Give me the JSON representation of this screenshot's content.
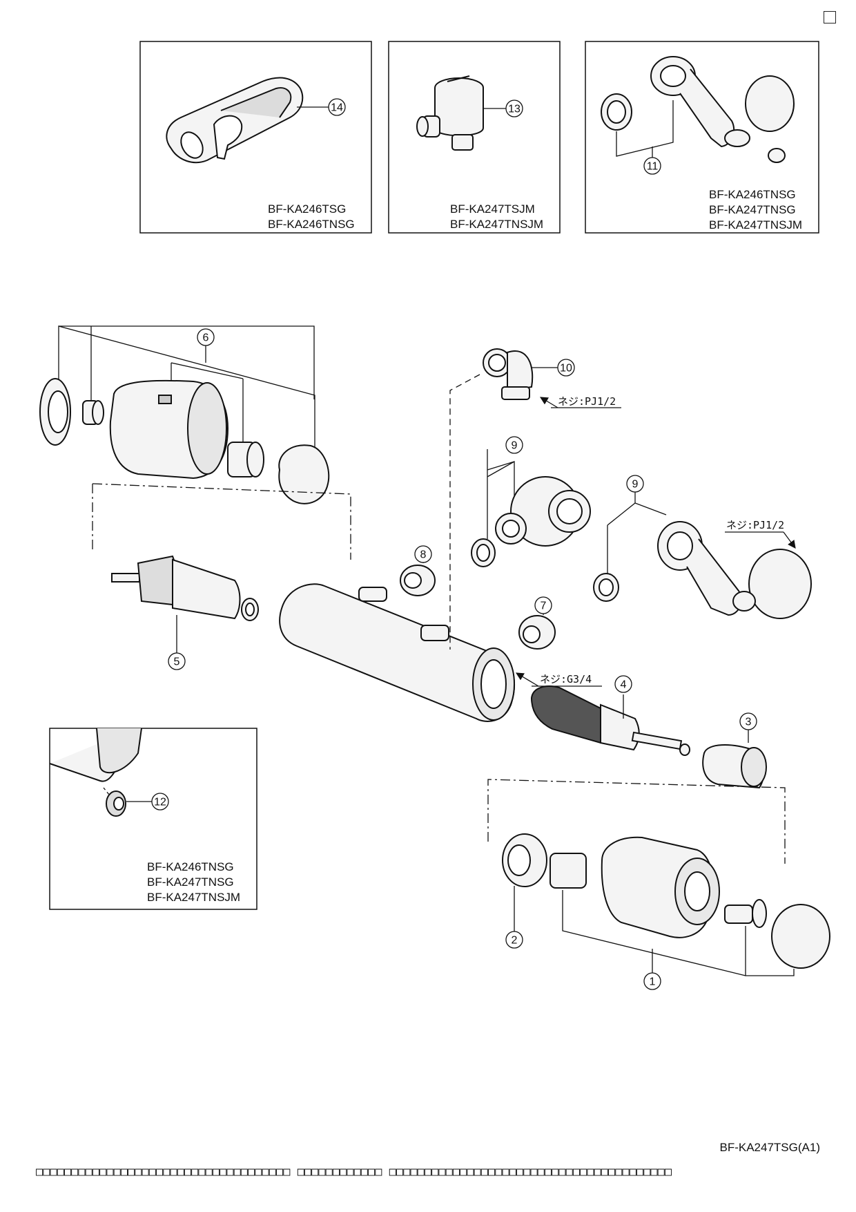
{
  "insets": {
    "inset_14": {
      "callout": "14",
      "models": [
        "BF-KA246TSG",
        "BF-KA246TNSG"
      ]
    },
    "inset_13": {
      "callout": "13",
      "models": [
        "BF-KA247TSJM",
        "BF-KA247TNSJM"
      ]
    },
    "inset_11": {
      "callout": "11",
      "models": [
        "BF-KA246TNSG",
        "BF-KA247TNSG",
        "BF-KA247TNSJM"
      ]
    },
    "inset_12": {
      "callout": "12",
      "models": [
        "BF-KA246TNSG",
        "BF-KA247TNSG",
        "BF-KA247TNSJM"
      ]
    }
  },
  "callouts": {
    "c1": "1",
    "c2": "2",
    "c3": "3",
    "c4": "4",
    "c5": "5",
    "c6": "6",
    "c7": "7",
    "c8": "8",
    "c9a": "9",
    "c9b": "9",
    "c10": "10"
  },
  "threads": {
    "t10": "ネジ:PJ1/2",
    "t9": "ネジ:PJ1/2",
    "tbody": "ネジ:G3/4"
  },
  "footer": {
    "model_id": "BF-KA247TSG(A1)",
    "bottom_line": "□□□□□□□□□□□□□□□□□□□□□□□□□□□□□□□□□□□□ □□□□□□□□□□□□ □□□□□□□□□□□□□□□□□□□□□□□□□□□□□□□□□□□□□□□□"
  },
  "colors": {
    "line": "#111111",
    "part_fill": "#f4f4f4",
    "shade": "#cfcfcf"
  }
}
